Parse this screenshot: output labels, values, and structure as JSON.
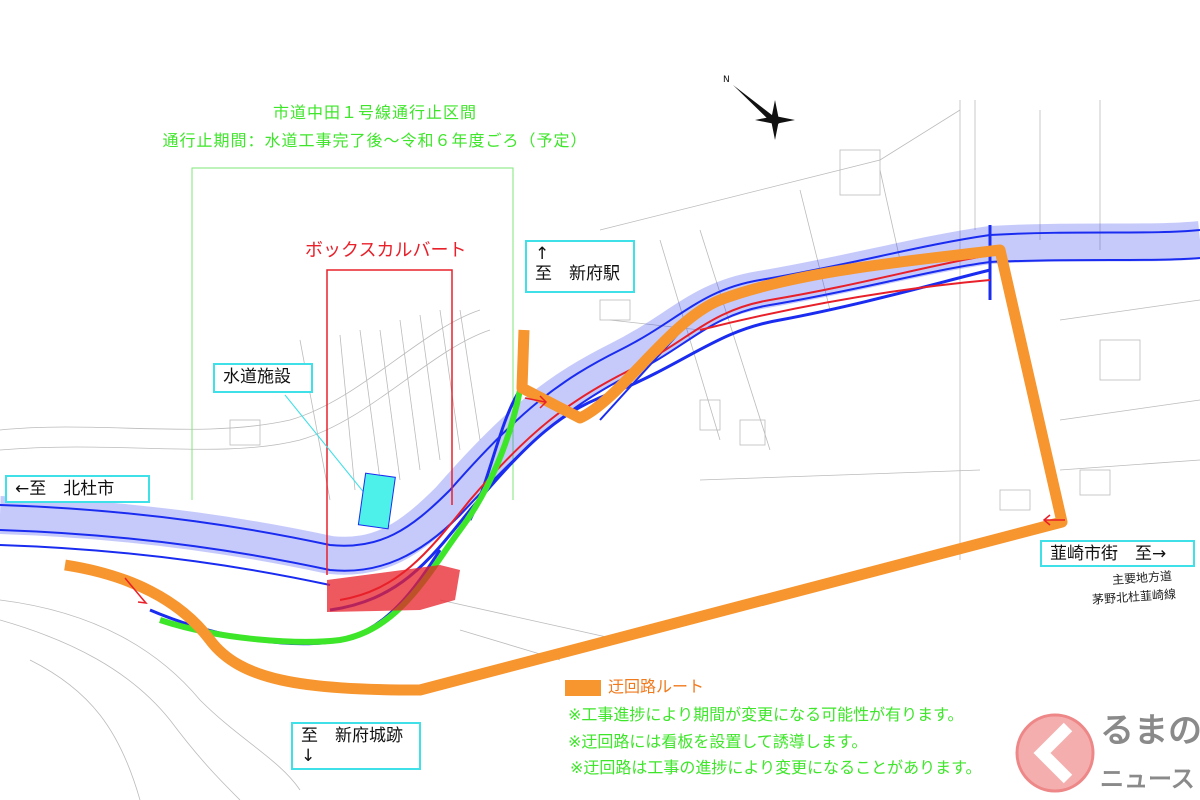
{
  "title": {
    "line1": "市道中田１号線通行止区間",
    "line2": "通行止期間：水道工事完了後〜令和６年度ごろ（予定）"
  },
  "labels": {
    "box_culvert": "ボックスカルバート",
    "water_facility": "水道施設",
    "to_shinpu_station": "↑\n至　新府駅",
    "to_shinpu_station_arrow": "↑",
    "to_shinpu_station_text": "至　新府駅",
    "to_hokuto": "←至　北杜市",
    "to_shinpu_castle_text": "至　新府城跡",
    "to_shinpu_castle_arrow": "↓",
    "to_nirasaki": "韮崎市街　至→",
    "road_name_line1": "主要地方道",
    "road_name_line2": "茅野北杜韮崎線"
  },
  "legend": {
    "detour_label": "迂回路ルート",
    "detour_color": "#f7952e"
  },
  "notes": [
    "※工事進捗により期間が変更になる可能性が有ります。",
    "※迂回路には看板を設置して誘導します。",
    "※迂回路は工事の進捗により変更になることがあります。"
  ],
  "logo": {
    "line1": "るまの",
    "line2": "ニュース"
  },
  "colors": {
    "road": "#1a2cf0",
    "closed_section": "#3ee62a",
    "culvert": "#e8202a",
    "label_border": "#3fe0e8"
  }
}
